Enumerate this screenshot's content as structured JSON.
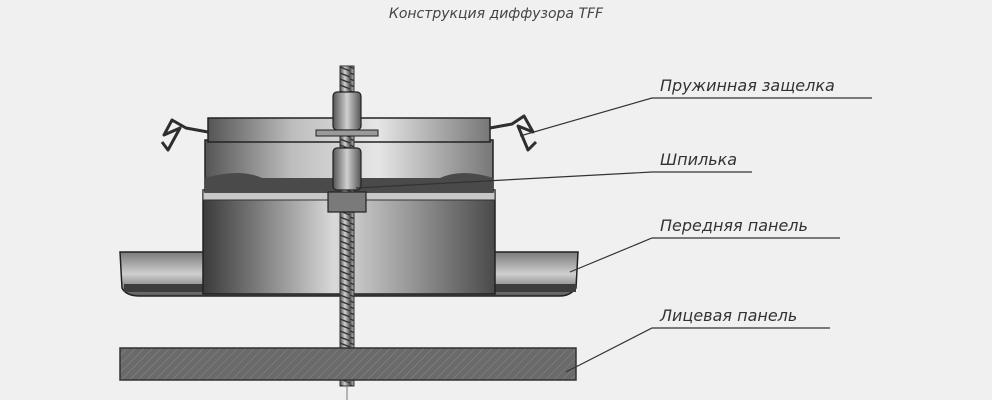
{
  "title": "Конструкция диффузора TFF",
  "callouts": [
    {
      "id": "spring-latch",
      "label": "Пружинная защелка"
    },
    {
      "id": "stud",
      "label": "Шпилька"
    },
    {
      "id": "front-panel",
      "label": "Передняя панель"
    },
    {
      "id": "face-panel",
      "label": "Лицевая панель"
    }
  ],
  "colors": {
    "background": "#f0f0f0",
    "metal_dark": "#3a3a3a",
    "metal_mid": "#8a8a8a",
    "metal_light": "#d6d6d6",
    "panel": "#5a5a5a",
    "leader": "#333333"
  }
}
